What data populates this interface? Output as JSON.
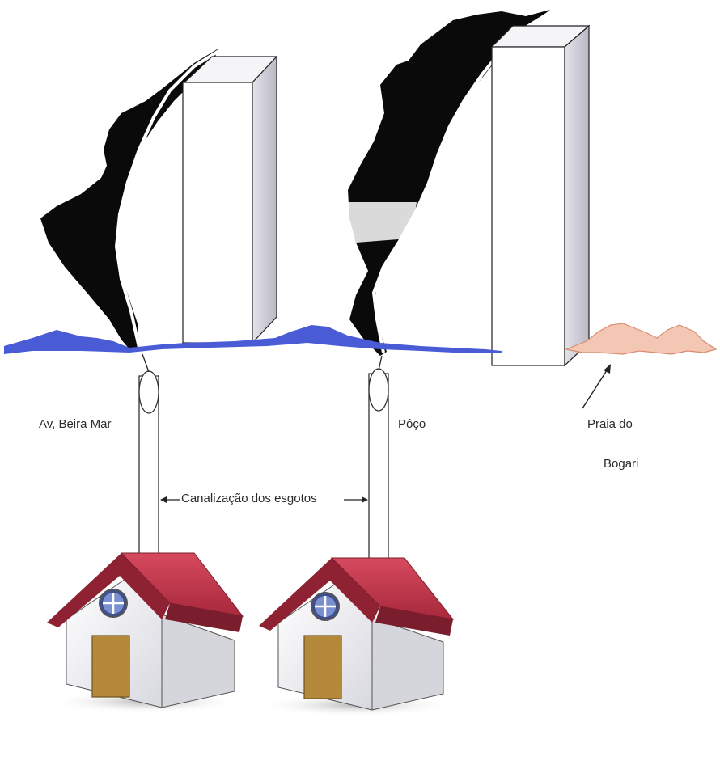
{
  "labels": {
    "left_street": "Av, Beira Mar",
    "well": "Pôço",
    "beach_line1": "Praia do",
    "beach_line2": "Bogari",
    "pipes_caption": "Canalização dos esgotos"
  },
  "colors": {
    "rock": "#0a0a0a",
    "water": "#4a5bd6",
    "building_face": "#ffffff",
    "building_side": "#c9c8d2",
    "roof": "#c2384c",
    "roof_dark": "#8e2233",
    "wall": "#f2f2f4",
    "door": "#b5893a",
    "sand": "#e9a98f"
  },
  "icons": [
    "house-icon",
    "window-icon",
    "door-icon",
    "arrow-icon"
  ]
}
